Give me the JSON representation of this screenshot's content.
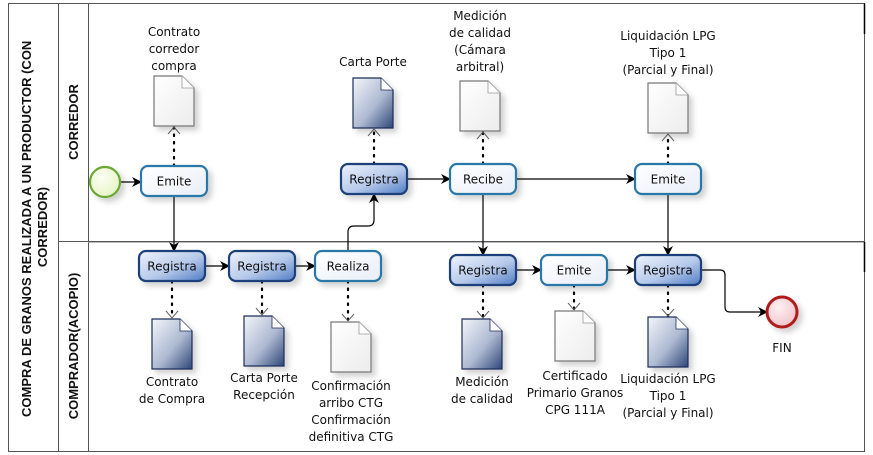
{
  "pool": {
    "title_line1": "COMPRA DE GRANOS REALIZADA A UN PRODUCTOR (CON",
    "title_line2": "CORREDOR)"
  },
  "lanes": [
    {
      "id": "corredor",
      "title": "CORREDOR"
    },
    {
      "id": "comprador",
      "title": "COMPRADOR(ACOPIO)"
    }
  ],
  "events": {
    "start": {
      "label": ""
    },
    "end": {
      "label": "FIN"
    }
  },
  "tasks": {
    "t1": {
      "label": "Emite",
      "lane": "corredor",
      "style": "plain"
    },
    "t2": {
      "label": "Registra",
      "lane": "corredor",
      "style": "filled"
    },
    "t3": {
      "label": "Recibe",
      "lane": "corredor",
      "style": "plain"
    },
    "t4": {
      "label": "Emite",
      "lane": "corredor",
      "style": "plain"
    },
    "t5": {
      "label": "Registra",
      "lane": "comprador",
      "style": "filled"
    },
    "t6": {
      "label": "Registra",
      "lane": "comprador",
      "style": "filled"
    },
    "t7": {
      "label": "Realiza",
      "lane": "comprador",
      "style": "plain"
    },
    "t8": {
      "label": "Registra",
      "lane": "comprador",
      "style": "filled"
    },
    "t9": {
      "label": "Emite",
      "lane": "comprador",
      "style": "plain"
    },
    "t10": {
      "label": "Registra",
      "lane": "comprador",
      "style": "filled"
    }
  },
  "documents": {
    "d1": {
      "lines": [
        "Contrato",
        "corredor",
        "compra"
      ],
      "style": "plain"
    },
    "d2": {
      "lines": [
        "Carta Porte"
      ],
      "style": "filled"
    },
    "d3": {
      "lines": [
        "Medición",
        "de calidad",
        "(Cámara",
        "arbitral)"
      ],
      "style": "plain"
    },
    "d4": {
      "lines": [
        "Liquidación LPG",
        "Tipo 1",
        "(Parcial y Final)"
      ],
      "style": "plain"
    },
    "d5": {
      "lines": [
        "Contrato",
        "de Compra"
      ],
      "style": "filled"
    },
    "d6": {
      "lines": [
        "Carta Porte",
        "Recepción"
      ],
      "style": "filled"
    },
    "d7": {
      "lines": [
        "Confirmación",
        "arribo CTG",
        "Confirmación",
        "definitiva CTG"
      ],
      "style": "plain"
    },
    "d8": {
      "lines": [
        "Medición",
        "de calidad"
      ],
      "style": "filled"
    },
    "d9": {
      "lines": [
        "Certificado",
        "Primario Granos",
        "CPG 111A"
      ],
      "style": "plain"
    },
    "d10": {
      "lines": [
        "Liquidación LPG",
        "Tipo 1",
        "(Parcial y Final)"
      ],
      "style": "filled"
    }
  },
  "sequence_flows": [
    [
      "start",
      "t1"
    ],
    [
      "t1",
      "t5"
    ],
    [
      "t5",
      "t6"
    ],
    [
      "t6",
      "t7"
    ],
    [
      "t7",
      "t2"
    ],
    [
      "t2",
      "t3"
    ],
    [
      "t3",
      "t8"
    ],
    [
      "t3",
      "t4"
    ],
    [
      "t8",
      "t9"
    ],
    [
      "t9",
      "t10"
    ],
    [
      "t4",
      "t10"
    ],
    [
      "t10",
      "end"
    ]
  ],
  "associations": [
    [
      "t1",
      "d1"
    ],
    [
      "t2",
      "d2"
    ],
    [
      "t3",
      "d3"
    ],
    [
      "t4",
      "d4"
    ],
    [
      "t5",
      "d5"
    ],
    [
      "t6",
      "d6"
    ],
    [
      "t7",
      "d7"
    ],
    [
      "t8",
      "d8"
    ],
    [
      "t9",
      "d9"
    ],
    [
      "t10",
      "d10"
    ]
  ],
  "colors": {
    "start_stroke": "#6aa832",
    "start_fill": "#f4fbe6",
    "end_stroke": "#b01c1c",
    "end_fill": "#f7d9dc",
    "task_plain_stroke": "#2a78a8",
    "task_plain_fill": "#f3f7fd",
    "task_filled_stroke": "#1d3f7a",
    "task_filled_fill_light": "#e6eefb",
    "task_filled_fill_dark": "#5f86c9",
    "doc_filled_dark": "#30497e",
    "lane_border": "#555555"
  }
}
